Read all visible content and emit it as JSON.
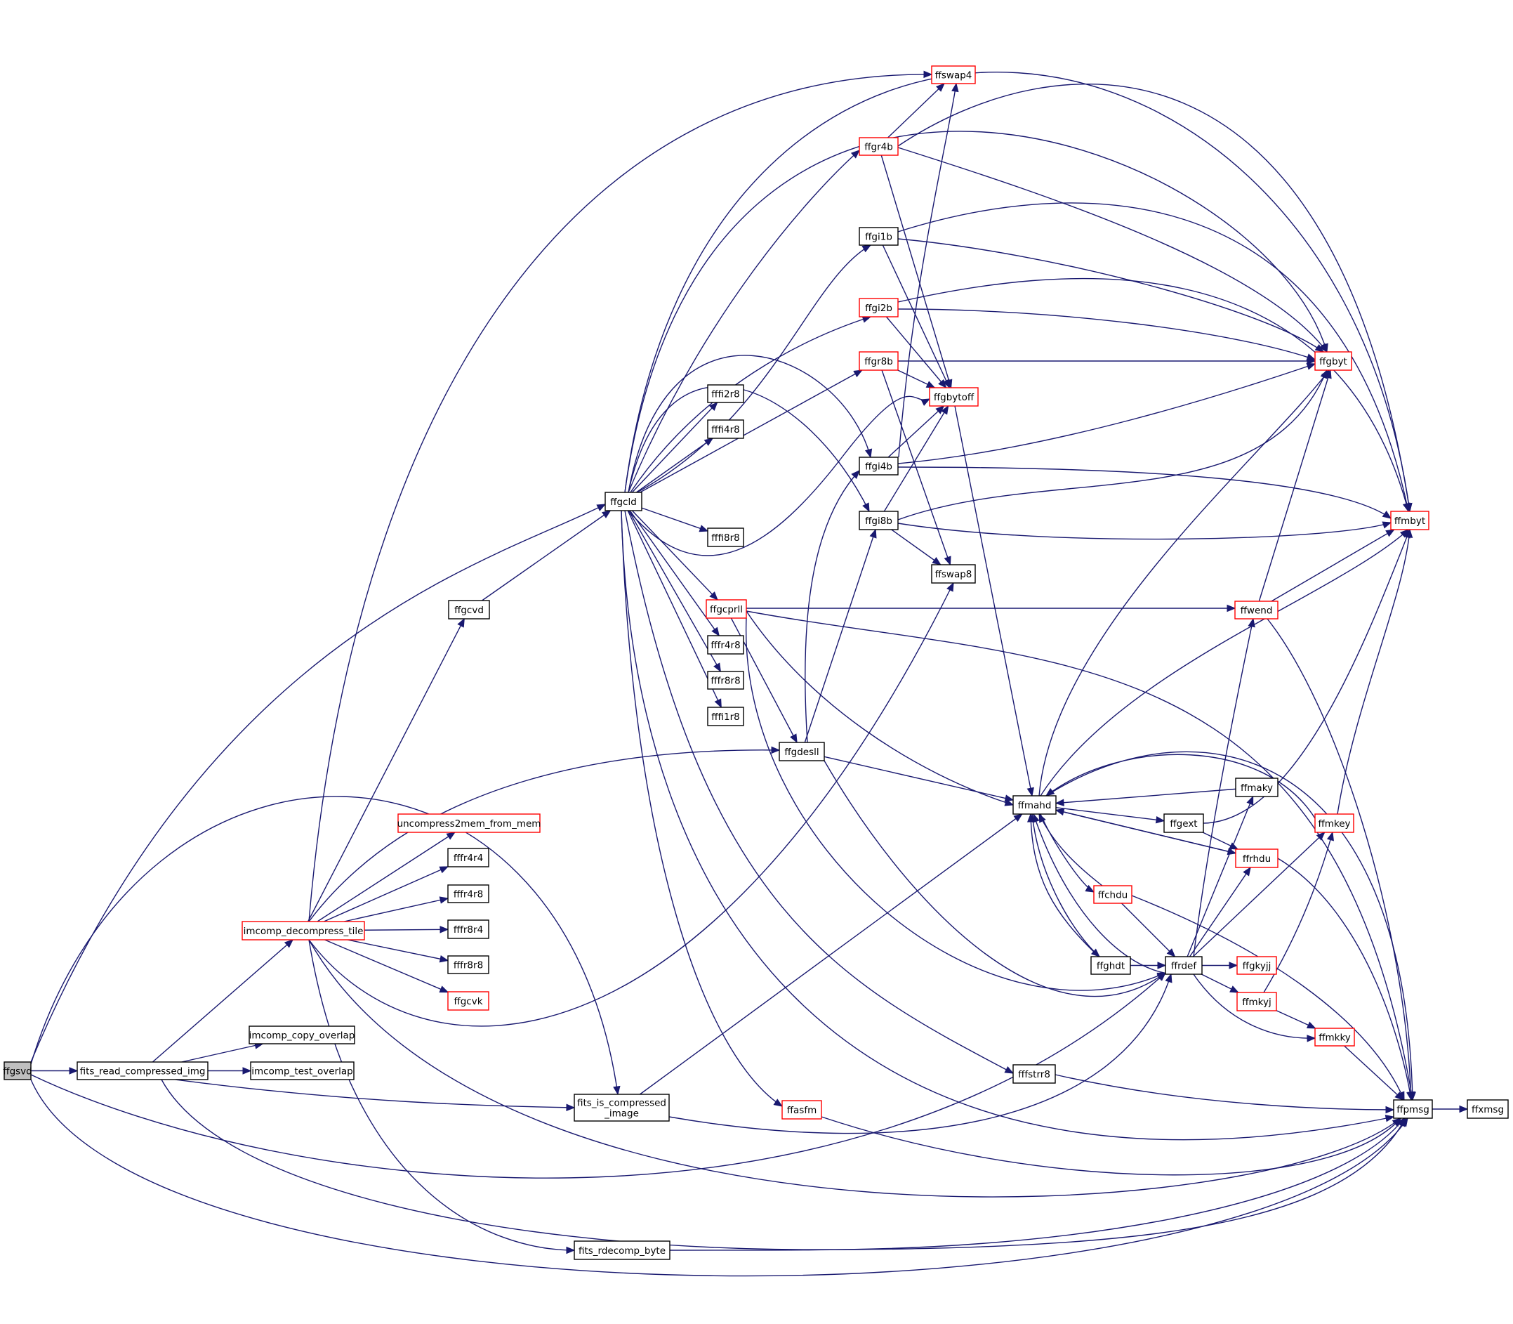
{
  "colors": {
    "edge": "#191970",
    "border_default": "#000000",
    "border_incomplete": "#ff0000",
    "fill_root": "#bfbfbf",
    "fill_default": "#ffffff"
  },
  "nodes": [
    {
      "id": "ffgsvd",
      "label": "ffgsvd",
      "kind": "root"
    },
    {
      "id": "fits_read_compressed_img",
      "label": "fits_read_compressed_img",
      "kind": "default"
    },
    {
      "id": "imcomp_decompress_tile",
      "label": "imcomp_decompress_tile",
      "kind": "incomplete"
    },
    {
      "id": "imcomp_copy_overlap",
      "label": "imcomp_copy_overlap",
      "kind": "default"
    },
    {
      "id": "imcomp_test_overlap",
      "label": "imcomp_test_overlap",
      "kind": "default"
    },
    {
      "id": "ffgcvd",
      "label": "ffgcvd",
      "kind": "default"
    },
    {
      "id": "uncompress2mem_from_mem",
      "label": "uncompress2mem_from_mem",
      "kind": "incomplete"
    },
    {
      "id": "fffr4r4",
      "label": "fffr4r4",
      "kind": "default"
    },
    {
      "id": "fffr4r8_b",
      "label": "fffr4r8",
      "kind": "default"
    },
    {
      "id": "fffr8r4",
      "label": "fffr8r4",
      "kind": "default"
    },
    {
      "id": "fffr8r8_b",
      "label": "fffr8r8",
      "kind": "default"
    },
    {
      "id": "ffgcvk",
      "label": "ffgcvk",
      "kind": "incomplete"
    },
    {
      "id": "ffgcld",
      "label": "ffgcld",
      "kind": "default"
    },
    {
      "id": "fits_is_compressed_image",
      "label": "fits_is_compressed\n_image",
      "kind": "default"
    },
    {
      "id": "fits_rdecomp_byte",
      "label": "fits_rdecomp_byte",
      "kind": "default"
    },
    {
      "id": "fffi2r8",
      "label": "fffi2r8",
      "kind": "default"
    },
    {
      "id": "fffi4r8",
      "label": "fffi4r8",
      "kind": "default"
    },
    {
      "id": "fffi8r8",
      "label": "fffi8r8",
      "kind": "default"
    },
    {
      "id": "ffgcprll",
      "label": "ffgcprll",
      "kind": "incomplete"
    },
    {
      "id": "fffr4r8",
      "label": "fffr4r8",
      "kind": "default"
    },
    {
      "id": "fffr8r8",
      "label": "fffr8r8",
      "kind": "default"
    },
    {
      "id": "fffi1r8",
      "label": "fffi1r8",
      "kind": "default"
    },
    {
      "id": "ffgdesll",
      "label": "ffgdesll",
      "kind": "default"
    },
    {
      "id": "ffasfm",
      "label": "ffasfm",
      "kind": "incomplete"
    },
    {
      "id": "ffswap4",
      "label": "ffswap4",
      "kind": "incomplete"
    },
    {
      "id": "ffgr4b",
      "label": "ffgr4b",
      "kind": "incomplete"
    },
    {
      "id": "ffgi1b",
      "label": "ffgi1b",
      "kind": "default"
    },
    {
      "id": "ffgi2b",
      "label": "ffgi2b",
      "kind": "incomplete"
    },
    {
      "id": "ffgr8b",
      "label": "ffgr8b",
      "kind": "incomplete"
    },
    {
      "id": "ffgbytoff",
      "label": "ffgbytoff",
      "kind": "incomplete"
    },
    {
      "id": "ffgi4b",
      "label": "ffgi4b",
      "kind": "default"
    },
    {
      "id": "ffgi8b",
      "label": "ffgi8b",
      "kind": "default"
    },
    {
      "id": "ffswap8",
      "label": "ffswap8",
      "kind": "default"
    },
    {
      "id": "ffgbyt",
      "label": "ffgbyt",
      "kind": "incomplete"
    },
    {
      "id": "ffmbyt",
      "label": "ffmbyt",
      "kind": "incomplete"
    },
    {
      "id": "ffwend",
      "label": "ffwend",
      "kind": "incomplete"
    },
    {
      "id": "ffmahd",
      "label": "ffmahd",
      "kind": "default"
    },
    {
      "id": "ffmaky",
      "label": "ffmaky",
      "kind": "default"
    },
    {
      "id": "ffgext",
      "label": "ffgext",
      "kind": "default"
    },
    {
      "id": "ffmkey",
      "label": "ffmkey",
      "kind": "incomplete"
    },
    {
      "id": "ffrhdu",
      "label": "ffrhdu",
      "kind": "incomplete"
    },
    {
      "id": "ffchdu",
      "label": "ffchdu",
      "kind": "incomplete"
    },
    {
      "id": "ffghdt",
      "label": "ffghdt",
      "kind": "default"
    },
    {
      "id": "ffrdef",
      "label": "ffrdef",
      "kind": "default"
    },
    {
      "id": "ffgkyjj",
      "label": "ffgkyjj",
      "kind": "incomplete"
    },
    {
      "id": "ffmkyj",
      "label": "ffmkyj",
      "kind": "incomplete"
    },
    {
      "id": "ffmkky",
      "label": "ffmkky",
      "kind": "incomplete"
    },
    {
      "id": "fffstrr8",
      "label": "fffstrr8",
      "kind": "default"
    },
    {
      "id": "ffpmsg",
      "label": "ffpmsg",
      "kind": "default"
    },
    {
      "id": "ffxmsg",
      "label": "ffxmsg",
      "kind": "default"
    }
  ],
  "edges": [
    [
      "ffgsvd",
      "fits_read_compressed_img"
    ],
    [
      "ffgsvd",
      "ffgcld"
    ],
    [
      "ffgsvd",
      "fits_is_compressed_image"
    ],
    [
      "ffgsvd",
      "ffrdef"
    ],
    [
      "ffgsvd",
      "ffpmsg"
    ],
    [
      "fits_read_compressed_img",
      "imcomp_decompress_tile"
    ],
    [
      "fits_read_compressed_img",
      "imcomp_copy_overlap"
    ],
    [
      "fits_read_compressed_img",
      "imcomp_test_overlap"
    ],
    [
      "fits_read_compressed_img",
      "fits_is_compressed_image"
    ],
    [
      "fits_read_compressed_img",
      "ffpmsg"
    ],
    [
      "imcomp_decompress_tile",
      "ffgcvd"
    ],
    [
      "imcomp_decompress_tile",
      "uncompress2mem_from_mem"
    ],
    [
      "imcomp_decompress_tile",
      "fffr4r4"
    ],
    [
      "imcomp_decompress_tile",
      "fffr4r8_b"
    ],
    [
      "imcomp_decompress_tile",
      "fffr8r4"
    ],
    [
      "imcomp_decompress_tile",
      "fffr8r8_b"
    ],
    [
      "imcomp_decompress_tile",
      "ffgcvk"
    ],
    [
      "imcomp_decompress_tile",
      "ffswap4"
    ],
    [
      "imcomp_decompress_tile",
      "ffgdesll"
    ],
    [
      "imcomp_decompress_tile",
      "ffswap8"
    ],
    [
      "imcomp_decompress_tile",
      "fits_rdecomp_byte"
    ],
    [
      "imcomp_decompress_tile",
      "ffpmsg"
    ],
    [
      "ffgcvd",
      "ffgcld"
    ],
    [
      "ffgcld",
      "ffgr4b"
    ],
    [
      "ffgcld",
      "ffgi1b"
    ],
    [
      "ffgcld",
      "ffgi2b"
    ],
    [
      "ffgcld",
      "ffgr8b"
    ],
    [
      "ffgcld",
      "fffi2r8"
    ],
    [
      "ffgcld",
      "fffi4r8"
    ],
    [
      "ffgcld",
      "ffgi4b"
    ],
    [
      "ffgcld",
      "ffgi8b"
    ],
    [
      "ffgcld",
      "fffi8r8"
    ],
    [
      "ffgcld",
      "ffgcprll"
    ],
    [
      "ffgcld",
      "fffr4r8"
    ],
    [
      "ffgcld",
      "fffr8r8"
    ],
    [
      "ffgcld",
      "fffi1r8"
    ],
    [
      "ffgcld",
      "ffgbytoff"
    ],
    [
      "ffgcld",
      "ffgbyt"
    ],
    [
      "ffgcld",
      "ffmbyt"
    ],
    [
      "ffgcld",
      "fffstrr8"
    ],
    [
      "ffgcld",
      "ffasfm"
    ],
    [
      "ffgcld",
      "ffpmsg"
    ],
    [
      "ffgcprll",
      "ffgdesll"
    ],
    [
      "ffgcprll",
      "ffwend"
    ],
    [
      "ffgcprll",
      "ffmahd"
    ],
    [
      "ffgcprll",
      "ffrdef"
    ],
    [
      "ffgcprll",
      "ffpmsg"
    ],
    [
      "ffgdesll",
      "ffgi4b"
    ],
    [
      "ffgdesll",
      "ffgi8b"
    ],
    [
      "ffgdesll",
      "ffmahd"
    ],
    [
      "ffgdesll",
      "ffrdef"
    ],
    [
      "ffgr4b",
      "ffswap4"
    ],
    [
      "ffgr4b",
      "ffgbytoff"
    ],
    [
      "ffgr4b",
      "ffgbyt"
    ],
    [
      "ffgr4b",
      "ffmbyt"
    ],
    [
      "ffgi1b",
      "ffgbytoff"
    ],
    [
      "ffgi1b",
      "ffgbyt"
    ],
    [
      "ffgi1b",
      "ffmbyt"
    ],
    [
      "ffgi2b",
      "ffgbytoff"
    ],
    [
      "ffgi2b",
      "ffgbyt"
    ],
    [
      "ffgi2b",
      "ffmbyt"
    ],
    [
      "ffgr8b",
      "ffgbytoff"
    ],
    [
      "ffgr8b",
      "ffgbyt"
    ],
    [
      "ffgr8b",
      "ffswap8"
    ],
    [
      "ffgi4b",
      "ffswap4"
    ],
    [
      "ffgi4b",
      "ffgbytoff"
    ],
    [
      "ffgi4b",
      "ffgbyt"
    ],
    [
      "ffgi4b",
      "ffmbyt"
    ],
    [
      "ffgi8b",
      "ffgbytoff"
    ],
    [
      "ffgi8b",
      "ffswap8"
    ],
    [
      "ffgi8b",
      "ffgbyt"
    ],
    [
      "ffgi8b",
      "ffmbyt"
    ],
    [
      "ffgbytoff",
      "ffmahd"
    ],
    [
      "ffwend",
      "ffgbyt"
    ],
    [
      "ffwend",
      "ffmbyt"
    ],
    [
      "ffwend",
      "ffpmsg"
    ],
    [
      "ffmahd",
      "ffgbyt"
    ],
    [
      "ffmahd",
      "ffmbyt"
    ],
    [
      "ffmahd",
      "ffgext"
    ],
    [
      "ffmahd",
      "ffrhdu"
    ],
    [
      "ffmahd",
      "ffchdu"
    ],
    [
      "ffmahd",
      "ffghdt"
    ],
    [
      "ffmahd",
      "ffpmsg"
    ],
    [
      "ffmaky",
      "ffmahd"
    ],
    [
      "ffgext",
      "ffrhdu"
    ],
    [
      "ffgext",
      "ffmbyt"
    ],
    [
      "ffmkey",
      "ffmahd"
    ],
    [
      "ffmkey",
      "ffmbyt"
    ],
    [
      "ffrhdu",
      "ffmahd"
    ],
    [
      "ffrhdu",
      "ffpmsg"
    ],
    [
      "ffchdu",
      "ffmahd"
    ],
    [
      "ffchdu",
      "ffrdef"
    ],
    [
      "ffchdu",
      "ffpmsg"
    ],
    [
      "ffghdt",
      "ffmahd"
    ],
    [
      "ffghdt",
      "ffrdef"
    ],
    [
      "ffrdef",
      "ffmahd"
    ],
    [
      "ffrdef",
      "ffwend"
    ],
    [
      "ffrdef",
      "ffmaky"
    ],
    [
      "ffrdef",
      "ffrhdu"
    ],
    [
      "ffrdef",
      "ffmkey"
    ],
    [
      "ffrdef",
      "ffgkyjj"
    ],
    [
      "ffrdef",
      "ffmkyj"
    ],
    [
      "ffrdef",
      "ffmkky"
    ],
    [
      "ffmkyj",
      "ffmkey"
    ],
    [
      "ffmkyj",
      "ffmkky"
    ],
    [
      "ffmkky",
      "ffpmsg"
    ],
    [
      "fits_is_compressed_image",
      "ffmahd"
    ],
    [
      "fits_is_compressed_image",
      "ffrdef"
    ],
    [
      "fits_rdecomp_byte",
      "ffpmsg"
    ],
    [
      "fffstrr8",
      "ffpmsg"
    ],
    [
      "ffasfm",
      "ffpmsg"
    ],
    [
      "ffpmsg",
      "ffxmsg"
    ]
  ]
}
